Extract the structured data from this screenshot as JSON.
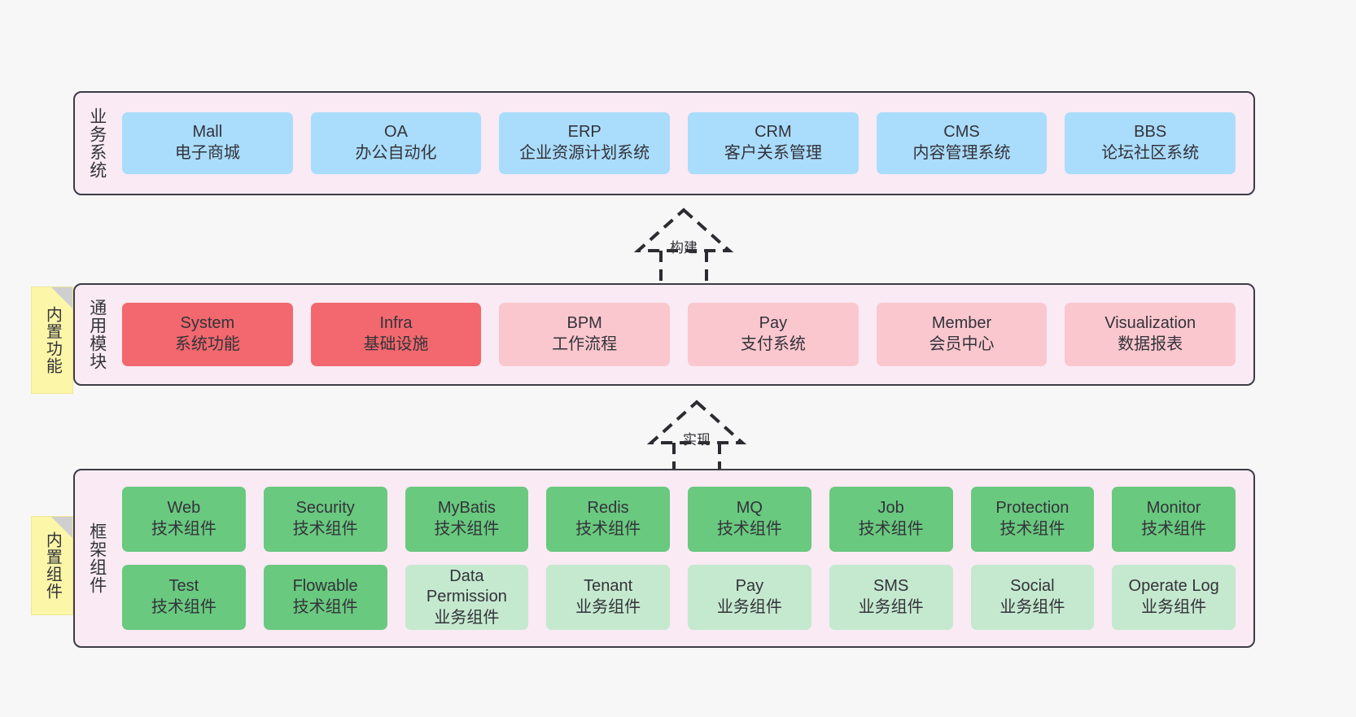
{
  "diagram": {
    "background_color": "#f7f7f7",
    "layer_fill": "#f9eaf4",
    "layer_border": "#3c3c46",
    "colors": {
      "blue": "#aadcfb",
      "red": "#f2686e",
      "pink": "#fbc7cf",
      "green": "#69c97f",
      "green_light": "#c5e9cf",
      "note_yellow": "#fcf6a8",
      "note_fold": "#cfcfcf"
    }
  },
  "notes": [
    {
      "label": "内置功能"
    },
    {
      "label": "内置组件"
    }
  ],
  "connectors": [
    {
      "label": "构建",
      "style": "dashed-generalization-up"
    },
    {
      "label": "实现",
      "style": "dashed-generalization-up"
    }
  ],
  "layers": [
    {
      "title": "业务系统",
      "rows": [
        {
          "cells": [
            {
              "t1": "Mall",
              "t2": "电子商城",
              "color": "blue"
            },
            {
              "t1": "OA",
              "t2": "办公自动化",
              "color": "blue"
            },
            {
              "t1": "ERP",
              "t2": "企业资源计划系统",
              "color": "blue"
            },
            {
              "t1": "CRM",
              "t2": "客户关系管理",
              "color": "blue"
            },
            {
              "t1": "CMS",
              "t2": "内容管理系统",
              "color": "blue"
            },
            {
              "t1": "BBS",
              "t2": "论坛社区系统",
              "color": "blue"
            }
          ]
        }
      ]
    },
    {
      "title": "通用模块",
      "rows": [
        {
          "cells": [
            {
              "t1": "System",
              "t2": "系统功能",
              "color": "red"
            },
            {
              "t1": "Infra",
              "t2": "基础设施",
              "color": "red"
            },
            {
              "t1": "BPM",
              "t2": "工作流程",
              "color": "pink"
            },
            {
              "t1": "Pay",
              "t2": "支付系统",
              "color": "pink"
            },
            {
              "t1": "Member",
              "t2": "会员中心",
              "color": "pink"
            },
            {
              "t1": "Visualization",
              "t2": "数据报表",
              "color": "pink"
            }
          ]
        }
      ]
    },
    {
      "title": "框架组件",
      "rows": [
        {
          "cells": [
            {
              "t1": "Web",
              "t2": "技术组件",
              "color": "green"
            },
            {
              "t1": "Security",
              "t2": "技术组件",
              "color": "green"
            },
            {
              "t1": "MyBatis",
              "t2": "技术组件",
              "color": "green"
            },
            {
              "t1": "Redis",
              "t2": "技术组件",
              "color": "green"
            },
            {
              "t1": "MQ",
              "t2": "技术组件",
              "color": "green"
            },
            {
              "t1": "Job",
              "t2": "技术组件",
              "color": "green"
            },
            {
              "t1": "Protection",
              "t2": "技术组件",
              "color": "green"
            },
            {
              "t1": "Monitor",
              "t2": "技术组件",
              "color": "green"
            }
          ]
        },
        {
          "cells": [
            {
              "t1": "Test",
              "t2": "技术组件",
              "color": "green"
            },
            {
              "t1": "Flowable",
              "t2": "技术组件",
              "color": "green"
            },
            {
              "t1": "Data",
              "t2": "Permission",
              "t3": "业务组件",
              "color": "green_light"
            },
            {
              "t1": "Tenant",
              "t2": "业务组件",
              "color": "green_light"
            },
            {
              "t1": "Pay",
              "t2": "业务组件",
              "color": "green_light"
            },
            {
              "t1": "SMS",
              "t2": "业务组件",
              "color": "green_light"
            },
            {
              "t1": "Social",
              "t2": "业务组件",
              "color": "green_light"
            },
            {
              "t1": "Operate Log",
              "t2": "业务组件",
              "color": "green_light"
            }
          ]
        }
      ]
    }
  ]
}
